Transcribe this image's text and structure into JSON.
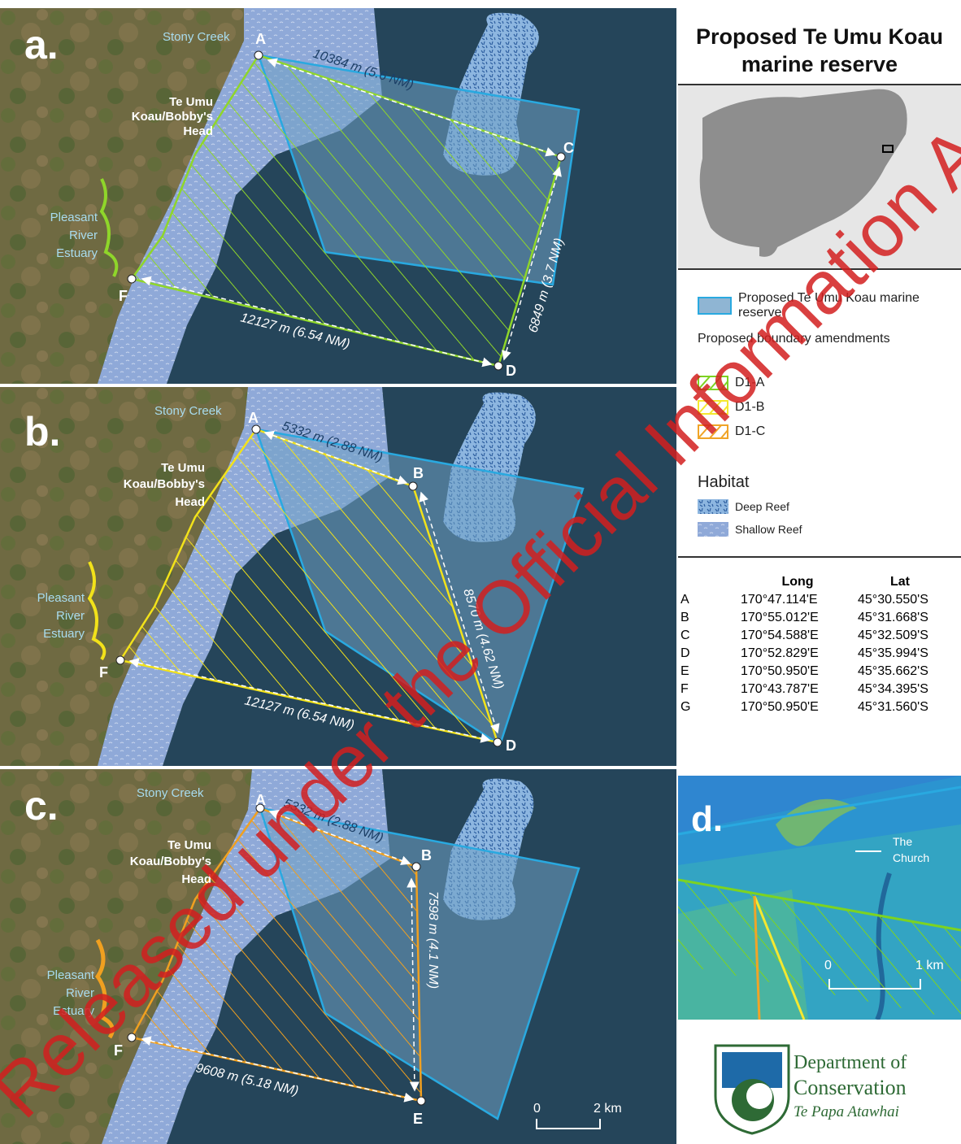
{
  "panels": [
    {
      "id": "a",
      "label": "a.",
      "places": {
        "creek": "Stony Creek",
        "head1": "Te Umu",
        "head2": "Koau/Bobby's",
        "head3": "Head",
        "river1": "Pleasant",
        "river2": "River",
        "river3": "Estuary"
      },
      "points": [
        "A",
        "C",
        "D",
        "F"
      ],
      "distances": [
        "10384 m (5.6 NM)",
        "6849 m (3.7 NM)",
        "12127 m (6.54 NM)"
      ],
      "color": "#8fd62a"
    },
    {
      "id": "b",
      "label": "b.",
      "places": {
        "creek": "Stony Creek",
        "head1": "Te Umu",
        "head2": "Koau/Bobby's",
        "head3": "Head",
        "river1": "Pleasant",
        "river2": "River",
        "river3": "Estuary"
      },
      "points": [
        "A",
        "B",
        "D",
        "F"
      ],
      "distances": [
        "5332 m (2.88 NM)",
        "8570 m (4.62 NM)",
        "12127 m (6.54 NM)"
      ],
      "color": "#f2e21a"
    },
    {
      "id": "c",
      "label": "c.",
      "places": {
        "creek": "Stony Creek",
        "head1": "Te Umu",
        "head2": "Koau/Bobby's",
        "head3": "Head",
        "river1": "Pleasant",
        "river2": "River",
        "river3": "Estuary"
      },
      "points": [
        "A",
        "B",
        "E",
        "F"
      ],
      "distances": [
        "5332 m (2.88 NM)",
        "7598 m (4.1 NM)",
        "9608 m (5.18 NM)"
      ],
      "scale": {
        "zero": "0",
        "end": "2 km"
      },
      "color": "#f0a020"
    }
  ],
  "title": "Proposed Te Umu Koau marine reserve",
  "legend": {
    "reserve": "Proposed Te Umu Koau marine reserve",
    "amend_heading": "Proposed boundary amendments",
    "amendments": [
      {
        "label": "D1-A",
        "color": "#7dd321"
      },
      {
        "label": "D1-B",
        "color": "#f4e830"
      },
      {
        "label": "D1-C",
        "color": "#f0a428"
      }
    ],
    "habitat_heading": "Habitat",
    "habitats": [
      "Deep Reef",
      "Shallow Reef"
    ],
    "reserve_color": "#29a9e0"
  },
  "coords": {
    "headers": [
      "",
      "Long",
      "Lat"
    ],
    "rows": [
      [
        "A",
        "170°47.114'E",
        "45°30.550'S"
      ],
      [
        "B",
        "170°55.012'E",
        "45°31.668'S"
      ],
      [
        "C",
        "170°54.588'E",
        "45°32.509'S"
      ],
      [
        "D",
        "170°52.829'E",
        "45°35.994'S"
      ],
      [
        "E",
        "170°50.950'E",
        "45°35.662'S"
      ],
      [
        "F",
        "170°43.787'E",
        "45°34.395'S"
      ],
      [
        "G",
        "170°50.950'E",
        "45°31.560'S"
      ]
    ]
  },
  "inset_d": {
    "label": "d.",
    "feature1": "The",
    "feature2": "Church",
    "scale_zero": "0",
    "scale_end": "1 km"
  },
  "logo": {
    "line1": "Department of",
    "line2": "Conservation",
    "line3": "Te Papa Atawhai"
  },
  "watermark": "Released under the Official Information Act"
}
